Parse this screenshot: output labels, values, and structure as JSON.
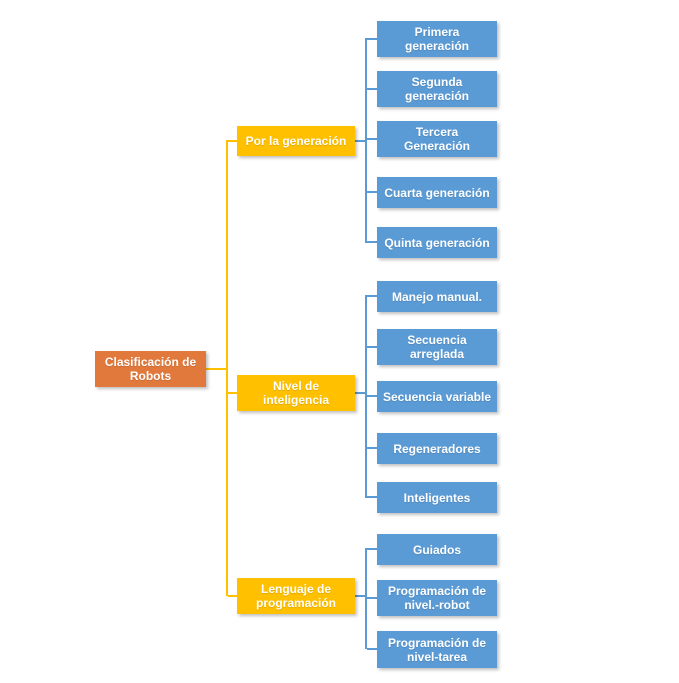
{
  "diagram": {
    "title": "Clasificación de Robots hierarchy",
    "root": {
      "label": "Clasificación de\nRobots"
    },
    "groups": [
      {
        "label": "Por la generación",
        "children": [
          "Primera\ngeneración",
          "Segunda\ngeneración",
          "Tercera\nGeneración",
          "Cuarta generación",
          "Quinta generación"
        ]
      },
      {
        "label": "Nivel de\ninteligencia",
        "children": [
          "Manejo manual.",
          "Secuencia\narreglada",
          "Secuencia variable",
          "Regeneradores",
          "Inteligentes"
        ]
      },
      {
        "label": "Lenguaje de\nprogramación",
        "children": [
          "Guiados",
          "Programación de\nnivel.-robot",
          "Programación de\nnivel-tarea"
        ]
      }
    ],
    "colors": {
      "root_fill": "#E2793C",
      "branch_fill": "#FFC000",
      "leaf_fill": "#5B9BD5",
      "left_connector": "#FFC000",
      "right_connector": "#5B9BD5",
      "text": "#FFFFFF",
      "background": "#FFFFFF"
    }
  }
}
